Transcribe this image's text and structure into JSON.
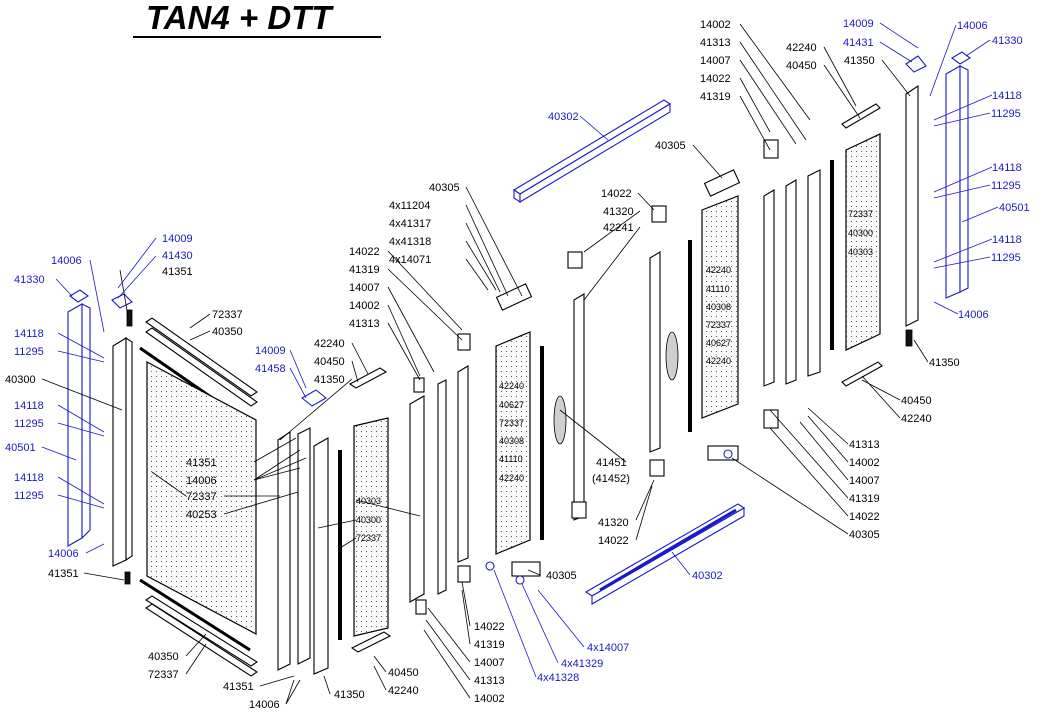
{
  "title": "TAN4 + DTT",
  "labels": [
    {
      "id": "l1",
      "text": "14002",
      "color": "black"
    },
    {
      "id": "l2",
      "text": "41313",
      "color": "black"
    },
    {
      "id": "l3",
      "text": "14007",
      "color": "black"
    },
    {
      "id": "l4",
      "text": "14022",
      "color": "black"
    },
    {
      "id": "l5",
      "text": "41319",
      "color": "black"
    },
    {
      "id": "l6",
      "text": "42240",
      "color": "black"
    },
    {
      "id": "l7",
      "text": "40450",
      "color": "black"
    },
    {
      "id": "l8",
      "text": "41350",
      "color": "black"
    },
    {
      "id": "l9",
      "text": "14009",
      "color": "blue"
    },
    {
      "id": "l10",
      "text": "41431",
      "color": "blue"
    },
    {
      "id": "l11",
      "text": "14006",
      "color": "blue"
    },
    {
      "id": "l12",
      "text": "41330",
      "color": "blue"
    },
    {
      "id": "l13",
      "text": "14118",
      "color": "blue"
    },
    {
      "id": "l14",
      "text": "11295",
      "color": "blue"
    },
    {
      "id": "l15",
      "text": "14118",
      "color": "blue"
    },
    {
      "id": "l16",
      "text": "11295",
      "color": "blue"
    },
    {
      "id": "l17",
      "text": "40501",
      "color": "blue"
    },
    {
      "id": "l18",
      "text": "14118",
      "color": "blue"
    },
    {
      "id": "l19",
      "text": "11295",
      "color": "blue"
    },
    {
      "id": "l20",
      "text": "14006",
      "color": "blue"
    },
    {
      "id": "l21",
      "text": "41350",
      "color": "black"
    },
    {
      "id": "l22",
      "text": "40450",
      "color": "black"
    },
    {
      "id": "l23",
      "text": "42240",
      "color": "black"
    },
    {
      "id": "l24",
      "text": "41313",
      "color": "black"
    },
    {
      "id": "l25",
      "text": "14002",
      "color": "black"
    },
    {
      "id": "l26",
      "text": "14007",
      "color": "black"
    },
    {
      "id": "l27",
      "text": "41319",
      "color": "black"
    },
    {
      "id": "l28",
      "text": "14022",
      "color": "black"
    },
    {
      "id": "l29",
      "text": "40305",
      "color": "black"
    },
    {
      "id": "l30",
      "text": "40302",
      "color": "blue"
    },
    {
      "id": "l31",
      "text": "40305",
      "color": "black"
    },
    {
      "id": "l32",
      "text": "14022",
      "color": "black"
    },
    {
      "id": "l33",
      "text": "41320",
      "color": "black"
    },
    {
      "id": "l34",
      "text": "42241",
      "color": "black"
    },
    {
      "id": "l35",
      "text": "40305",
      "color": "black"
    },
    {
      "id": "l36",
      "text": "4x11204",
      "color": "black"
    },
    {
      "id": "l37",
      "text": "4x41317",
      "color": "black"
    },
    {
      "id": "l38",
      "text": "4x41318",
      "color": "black"
    },
    {
      "id": "l39",
      "text": "4x14071",
      "color": "black"
    },
    {
      "id": "l40",
      "text": "14022",
      "color": "black"
    },
    {
      "id": "l41",
      "text": "41319",
      "color": "black"
    },
    {
      "id": "l42",
      "text": "14007",
      "color": "black"
    },
    {
      "id": "l43",
      "text": "14002",
      "color": "black"
    },
    {
      "id": "l44",
      "text": "41313",
      "color": "black"
    },
    {
      "id": "l45",
      "text": "42240",
      "color": "black"
    },
    {
      "id": "l46",
      "text": "40450",
      "color": "black"
    },
    {
      "id": "l47",
      "text": "41350",
      "color": "black"
    },
    {
      "id": "l48",
      "text": "14009",
      "color": "blue"
    },
    {
      "id": "l49",
      "text": "41458",
      "color": "blue"
    },
    {
      "id": "l50",
      "text": "14009",
      "color": "blue"
    },
    {
      "id": "l51",
      "text": "41430",
      "color": "blue"
    },
    {
      "id": "l52",
      "text": "41351",
      "color": "black"
    },
    {
      "id": "l53",
      "text": "14006",
      "color": "blue"
    },
    {
      "id": "l54",
      "text": "41330",
      "color": "blue"
    },
    {
      "id": "l55",
      "text": "14118",
      "color": "blue"
    },
    {
      "id": "l56",
      "text": "11295",
      "color": "blue"
    },
    {
      "id": "l57",
      "text": "40300",
      "color": "black"
    },
    {
      "id": "l58",
      "text": "14118",
      "color": "blue"
    },
    {
      "id": "l59",
      "text": "11295",
      "color": "blue"
    },
    {
      "id": "l60",
      "text": "40501",
      "color": "blue"
    },
    {
      "id": "l61",
      "text": "14118",
      "color": "blue"
    },
    {
      "id": "l62",
      "text": "11295",
      "color": "blue"
    },
    {
      "id": "l63",
      "text": "14006",
      "color": "blue"
    },
    {
      "id": "l64",
      "text": "41351",
      "color": "black"
    },
    {
      "id": "l65",
      "text": "72337",
      "color": "black"
    },
    {
      "id": "l66",
      "text": "40350",
      "color": "black"
    },
    {
      "id": "l67",
      "text": "41351",
      "color": "black"
    },
    {
      "id": "l68",
      "text": "14006",
      "color": "black"
    },
    {
      "id": "l69",
      "text": "72337",
      "color": "black"
    },
    {
      "id": "l70",
      "text": "40253",
      "color": "black"
    },
    {
      "id": "l71",
      "text": "40350",
      "color": "black"
    },
    {
      "id": "l72",
      "text": "72337",
      "color": "black"
    },
    {
      "id": "l73",
      "text": "41351",
      "color": "black"
    },
    {
      "id": "l74",
      "text": "14006",
      "color": "black"
    },
    {
      "id": "l75",
      "text": "41350",
      "color": "black"
    },
    {
      "id": "l76",
      "text": "40303",
      "color": "black"
    },
    {
      "id": "l77",
      "text": "40300",
      "color": "black"
    },
    {
      "id": "l78",
      "text": "72337",
      "color": "black"
    },
    {
      "id": "l79",
      "text": "40450",
      "color": "black"
    },
    {
      "id": "l80",
      "text": "42240",
      "color": "black"
    },
    {
      "id": "l81",
      "text": "14022",
      "color": "black"
    },
    {
      "id": "l82",
      "text": "41319",
      "color": "black"
    },
    {
      "id": "l83",
      "text": "14007",
      "color": "black"
    },
    {
      "id": "l84",
      "text": "41313",
      "color": "black"
    },
    {
      "id": "l85",
      "text": "14002",
      "color": "black"
    },
    {
      "id": "l86",
      "text": "40305",
      "color": "black"
    },
    {
      "id": "l87",
      "text": "4x14007",
      "color": "blue"
    },
    {
      "id": "l88",
      "text": "4x41329",
      "color": "blue"
    },
    {
      "id": "l89",
      "text": "4x41328",
      "color": "blue"
    },
    {
      "id": "l90",
      "text": "40302",
      "color": "blue"
    },
    {
      "id": "l91",
      "text": "41451",
      "color": "black"
    },
    {
      "id": "l92",
      "text": "(41452)",
      "color": "black"
    },
    {
      "id": "l93",
      "text": "41320",
      "color": "black"
    },
    {
      "id": "l94",
      "text": "14022",
      "color": "black"
    },
    {
      "id": "l95",
      "text": "41313",
      "color": "black"
    },
    {
      "id": "l96",
      "text": "14002",
      "color": "black"
    },
    {
      "id": "l97",
      "text": "14007",
      "color": "black"
    },
    {
      "id": "l98",
      "text": "41319",
      "color": "black"
    },
    {
      "id": "l99",
      "text": "14022",
      "color": "black"
    },
    {
      "id": "l100",
      "text": "40305",
      "color": "black"
    },
    {
      "id": "p1",
      "text": "42240",
      "color": "black"
    },
    {
      "id": "p2",
      "text": "40627",
      "color": "black"
    },
    {
      "id": "p3",
      "text": "72337",
      "color": "black"
    },
    {
      "id": "p4",
      "text": "40308",
      "color": "black"
    },
    {
      "id": "p5",
      "text": "41110",
      "color": "black"
    },
    {
      "id": "p6",
      "text": "42240",
      "color": "black"
    },
    {
      "id": "p7",
      "text": "42240",
      "color": "black"
    },
    {
      "id": "p8",
      "text": "41110",
      "color": "black"
    },
    {
      "id": "p9",
      "text": "40308",
      "color": "black"
    },
    {
      "id": "p10",
      "text": "72337",
      "color": "black"
    },
    {
      "id": "p11",
      "text": "40627",
      "color": "black"
    },
    {
      "id": "p12",
      "text": "42240",
      "color": "black"
    },
    {
      "id": "p13",
      "text": "72337",
      "color": "black"
    },
    {
      "id": "p14",
      "text": "40300",
      "color": "black"
    },
    {
      "id": "p15",
      "text": "40303",
      "color": "black"
    }
  ]
}
